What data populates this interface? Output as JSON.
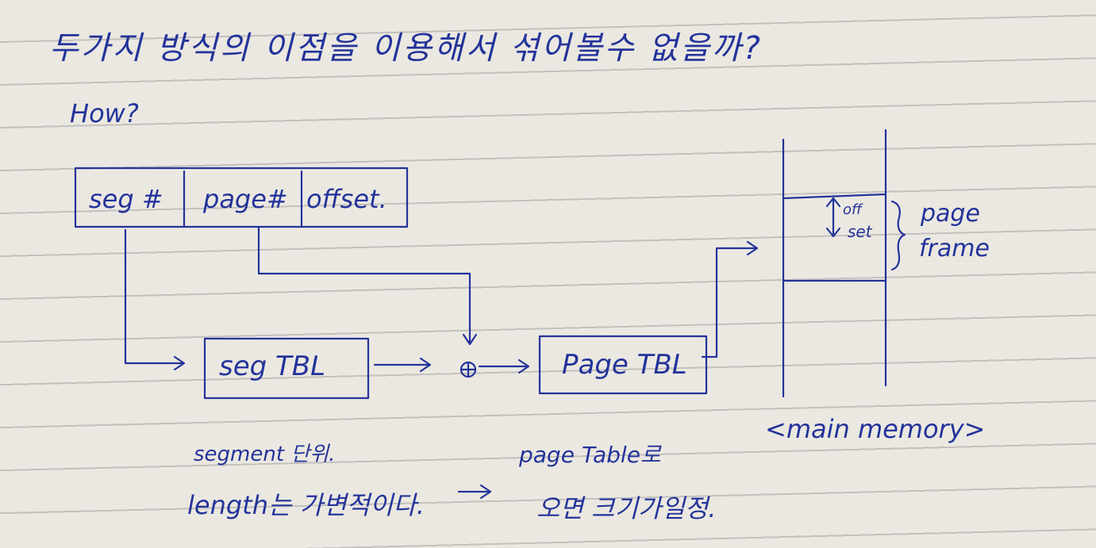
{
  "title": "두가지 방식의 이점을 이용해서 섞어볼수 없을까?",
  "subtitle": "How?",
  "address": {
    "seg": "seg #",
    "page": "page#",
    "offset": "offset."
  },
  "seg_table": "seg TBL",
  "plus_symbol": "⊕",
  "page_table": "Page TBL",
  "memory": {
    "offset_label_1": "off",
    "offset_label_2": "set",
    "frame_label_1": "page",
    "frame_label_2": "frame",
    "caption": "<main memory>"
  },
  "notes": {
    "segment_line1": "segment 단위.",
    "segment_line2": "length는 가변적이다.",
    "arrow": "→",
    "page_line1": "page Table로",
    "page_line2": "오면 크기가일정."
  },
  "colors": {
    "ink": "#23339a",
    "paper": "#ebe8e1"
  }
}
